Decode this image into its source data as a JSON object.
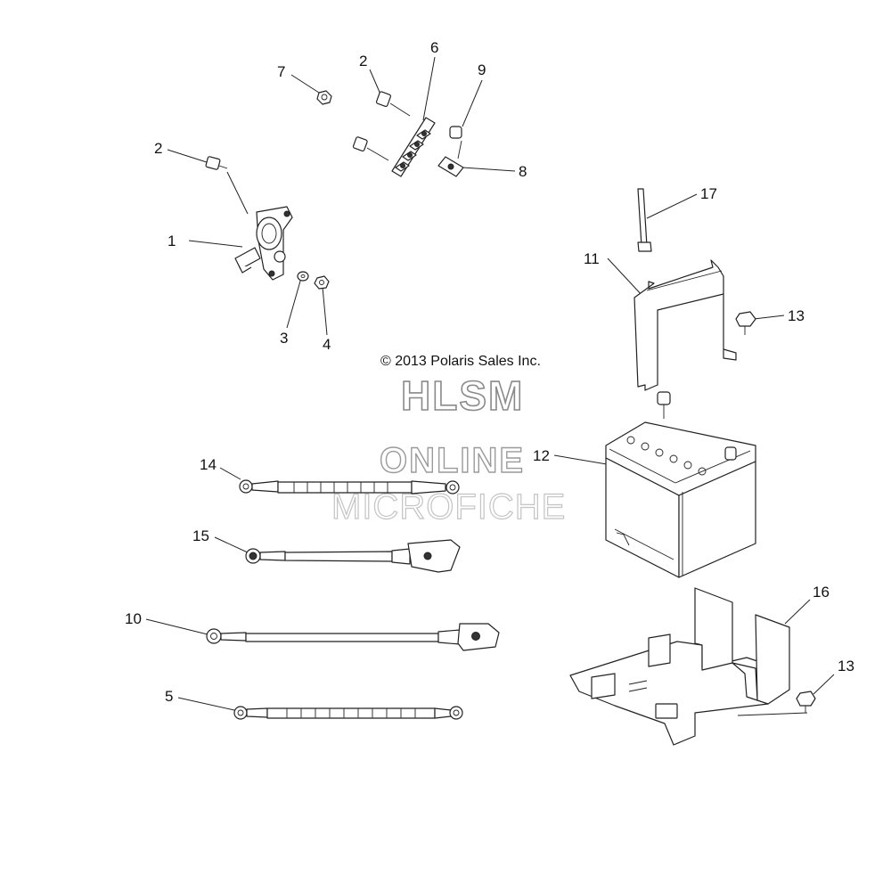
{
  "copyright": "© 2013 Polaris Sales Inc.",
  "watermark": {
    "line1": "HLSM",
    "line2": "ONLINE",
    "line3": "MICROFICHE"
  },
  "callouts": {
    "c7": "7",
    "c2a": "2",
    "c6": "6",
    "c9": "9",
    "c8": "8",
    "c2b": "2",
    "c1": "1",
    "c3": "3",
    "c4": "4",
    "c17": "17",
    "c11": "11",
    "c13a": "13",
    "c12": "12",
    "c14": "14",
    "c15": "15",
    "c10": "10",
    "c5": "5",
    "c16": "16",
    "c13b": "13"
  }
}
